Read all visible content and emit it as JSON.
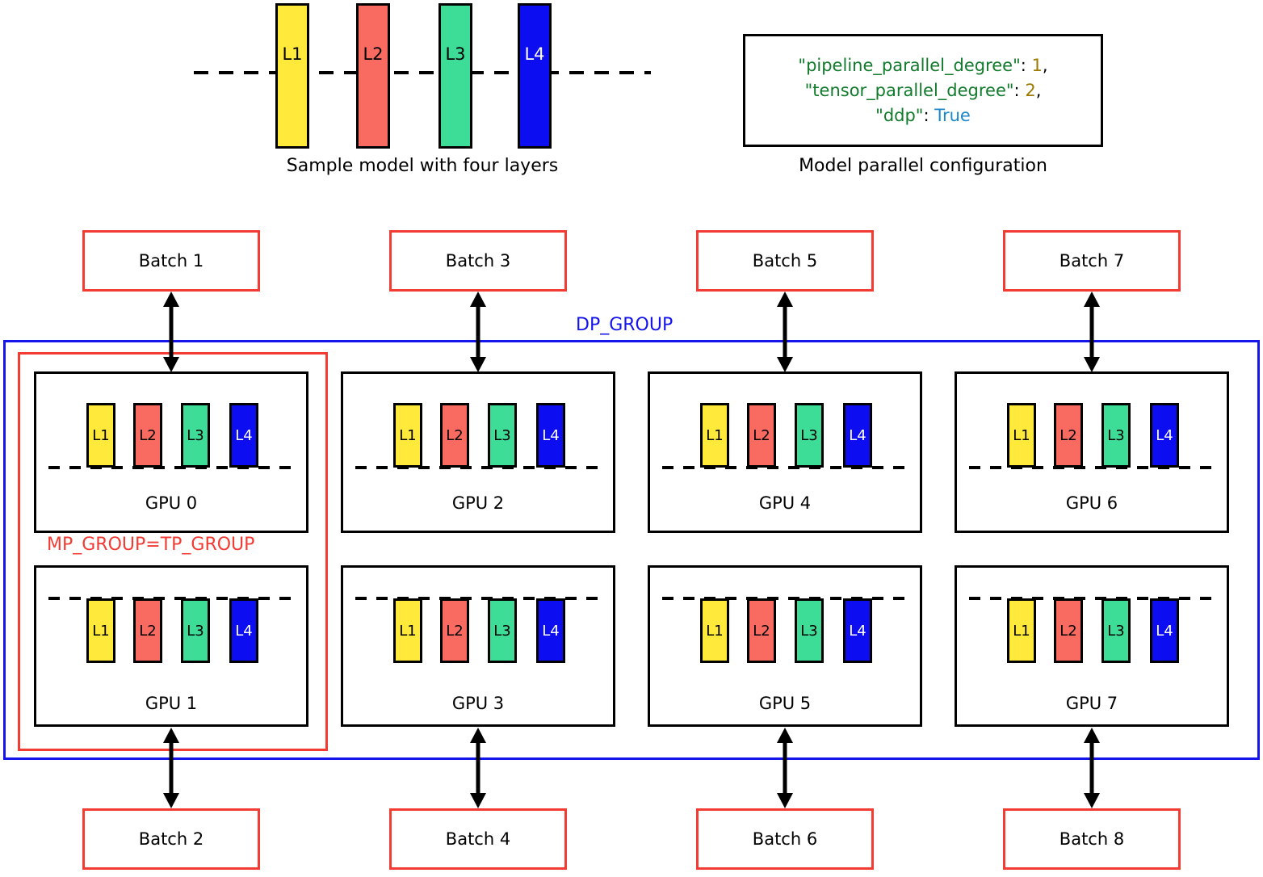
{
  "palette": {
    "L1": "#FFE93B",
    "L2": "#F96B60",
    "L3": "#3DDC97",
    "L4": "#0D0DF2",
    "batch_red": "#F13B33",
    "group_blue": "#1414EB",
    "mp_red": "#F13B33",
    "key_green": "#117A2B",
    "number_olive": "#9C7A00",
    "bool_blue": "#1B87C9"
  },
  "layers": [
    "L1",
    "L2",
    "L3",
    "L4"
  ],
  "sample_model": {
    "caption": "Sample model with four layers"
  },
  "config": {
    "caption": "Model parallel configuration",
    "lines": [
      {
        "key": "\"pipeline_parallel_degree\"",
        "sep": ": ",
        "value": "1",
        "comma": ","
      },
      {
        "key": "\"tensor_parallel_degree\"",
        "sep": ": ",
        "value": "2",
        "comma": ","
      },
      {
        "key": "\"ddp\"",
        "sep": ": ",
        "value": "True",
        "comma": ""
      }
    ]
  },
  "groups": {
    "dp_label": "DP_GROUP",
    "mp_label": "MP_GROUP=TP_GROUP"
  },
  "batches": [
    "Batch 1",
    "Batch 2",
    "Batch 3",
    "Batch 4",
    "Batch 5",
    "Batch 6",
    "Batch 7",
    "Batch 8"
  ],
  "gpus": [
    "GPU 0",
    "GPU 1",
    "GPU 2",
    "GPU 3",
    "GPU 4",
    "GPU 5",
    "GPU 6",
    "GPU 7"
  ]
}
